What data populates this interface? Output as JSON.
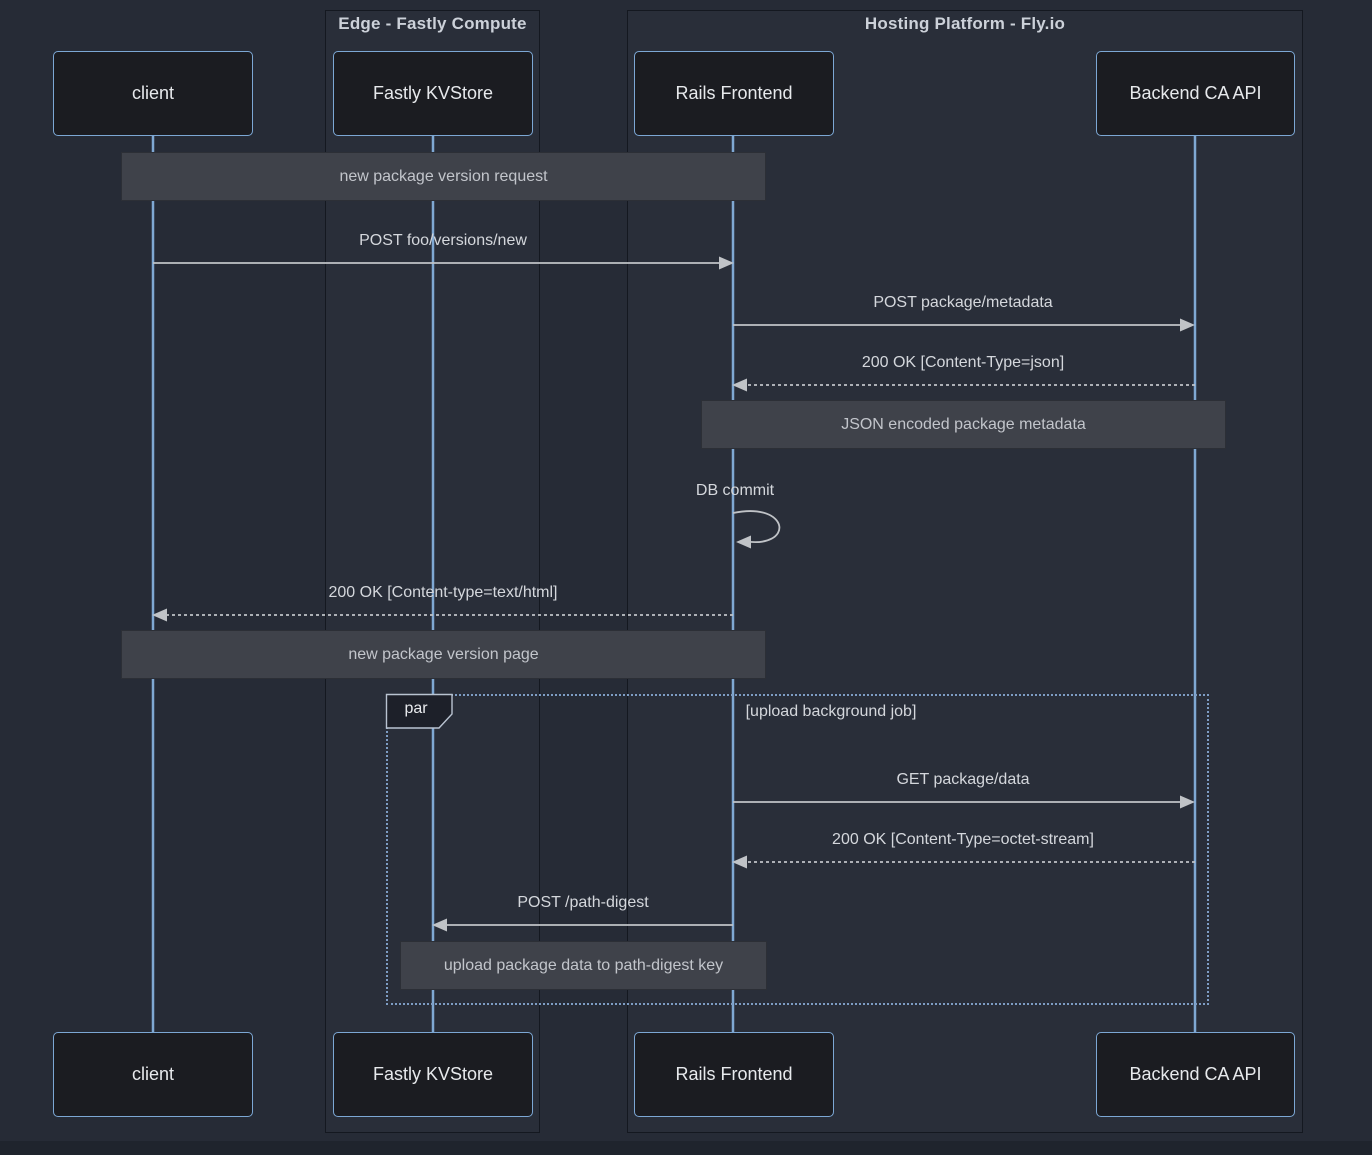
{
  "diagram": {
    "type": "sequence-diagram",
    "groups": [
      {
        "title": "Edge - Fastly Compute"
      },
      {
        "title": "Hosting Platform - Fly.io"
      }
    ],
    "actors": [
      {
        "name": "client"
      },
      {
        "name": "Fastly KVStore"
      },
      {
        "name": "Rails Frontend"
      },
      {
        "name": "Backend CA API"
      }
    ],
    "notes": [
      {
        "text": "new package version request",
        "over": "client, Rails Frontend"
      },
      {
        "text": "JSON encoded package metadata",
        "over": "Rails Frontend, Backend CA API"
      },
      {
        "text": "new package version page",
        "over": "client, Rails Frontend"
      },
      {
        "text": "upload package data to path-digest key",
        "over": "Fastly KVStore, Rails Frontend"
      }
    ],
    "messages": [
      {
        "label": "POST foo/versions/new",
        "from": "client",
        "to": "Rails Frontend",
        "style": "solid"
      },
      {
        "label": "POST package/metadata",
        "from": "Rails Frontend",
        "to": "Backend CA API",
        "style": "solid"
      },
      {
        "label": "200 OK [Content-Type=json]",
        "from": "Backend CA API",
        "to": "Rails Frontend",
        "style": "dashed"
      },
      {
        "label": "DB commit",
        "from": "Rails Frontend",
        "to": "Rails Frontend",
        "style": "self-loop"
      },
      {
        "label": "200 OK [Content-type=text/html]",
        "from": "Rails Frontend",
        "to": "client",
        "style": "dashed"
      },
      {
        "label": "GET package/data",
        "from": "Rails Frontend",
        "to": "Backend CA API",
        "style": "solid"
      },
      {
        "label": "200 OK [Content-Type=octet-stream]",
        "from": "Backend CA API",
        "to": "Rails Frontend",
        "style": "dashed"
      },
      {
        "label": "POST /path-digest",
        "from": "Rails Frontend",
        "to": "Fastly KVStore",
        "style": "solid"
      }
    ],
    "par": {
      "label": "par",
      "condition": "[upload background job]"
    },
    "colors": {
      "background": "#262b36",
      "actor_fill": "#1b1c21",
      "actor_border": "#7ca7d4",
      "lifeline": "#7fa8d3",
      "note_fill": "#3f424a",
      "arrow": "#c0c3c7",
      "text": "#d4d7dc",
      "par_border": "#7e9dc4"
    }
  }
}
